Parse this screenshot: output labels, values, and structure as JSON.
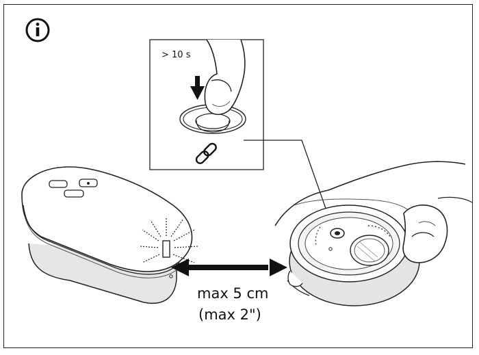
{
  "diagram": {
    "info_icon": "info-icon",
    "press_duration_label": "> 10 s",
    "distance_label": "max 5 cm",
    "distance_label_imperial": "(max 2\")",
    "pairing_icon": "link-icon"
  }
}
